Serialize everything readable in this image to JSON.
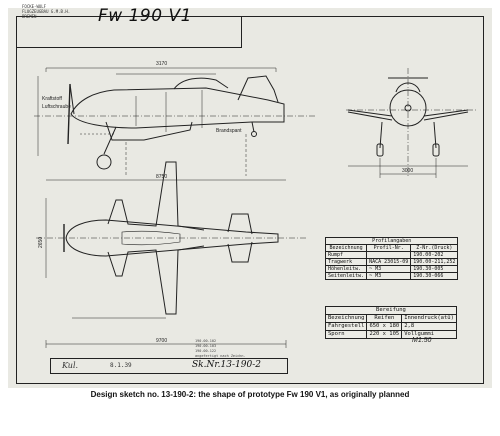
{
  "title_block": {
    "company_lines": [
      "FOCKE-WULF",
      "FLUGZEUGBAU G.M.B.H.",
      "BREMEN"
    ],
    "drawing_title": "Fw 190 V1"
  },
  "profile_table": {
    "header": "Profilangaben",
    "columns": [
      "Bezeichnung",
      "Profil-Nr.",
      "Z-Nr.(Druck)"
    ],
    "rows": [
      [
        "Rumpf",
        "",
        "190.00-202"
      ],
      [
        "Tragwerk",
        "NACA 23015-09",
        "190.00-211,252"
      ],
      [
        "Höhenleitw.",
        "~ M3",
        "190.30-005"
      ],
      [
        "Seitenleitw.",
        "~ M3",
        "190.30-066"
      ]
    ]
  },
  "tire_table": {
    "header": "Bereifung",
    "columns": [
      "Bezeichnung",
      "Reifen",
      "Innendruck(atü)"
    ],
    "rows": [
      [
        "Fahrgestell",
        "650 x 180",
        "2,8"
      ],
      [
        "Sporn",
        "220 x 105",
        "Vollgummi"
      ]
    ]
  },
  "scale": "M1:50",
  "bottom_box": {
    "signature": "Kul.",
    "date": "8.1.39",
    "sketch_number": "Sk.Nr.13-190-2"
  },
  "stamp_lines": [
    "190.00-102",
    "190.00-103",
    "190.00-122",
    "angefertigt nach Zeichn."
  ],
  "annotations": {
    "side_span": "3170",
    "side_length": "8750",
    "track": "3000",
    "plan_span": "9700",
    "plan_width": "2650",
    "fuel_label": "Kraftstoff",
    "prop_label": "Luftschraube",
    "tank_label": "Brandspant"
  },
  "caption": "Design sketch no. 13-190-2: the shape of prototype Fw 190 V1, as originally planned"
}
